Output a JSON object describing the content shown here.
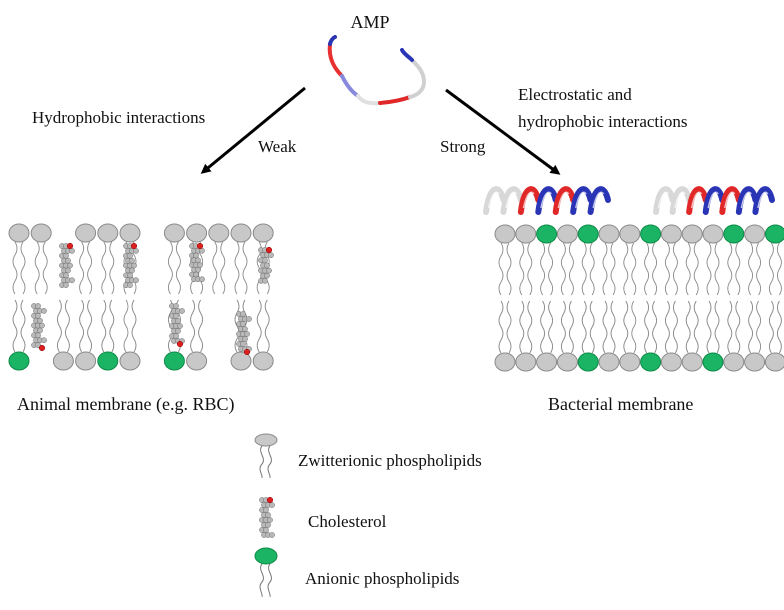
{
  "labels": {
    "amp": "AMP",
    "hydrophobic": "Hydrophobic interactions",
    "weak": "Weak",
    "strong": "Strong",
    "electrostatic_line1": "Electrostatic and",
    "electrostatic_line2": "hydrophobic interactions",
    "animal_membrane": "Animal membrane (e.g. RBC)",
    "bacterial_membrane": "Bacterial membrane"
  },
  "legend": [
    {
      "label": "Zwitterionic phospholipids",
      "icon": "zwitterionic-phospholipid-icon"
    },
    {
      "label": "Cholesterol",
      "icon": "cholesterol-icon"
    },
    {
      "label": "Anionic  phospholipids",
      "icon": "anionic-phospholipid-icon"
    }
  ],
  "colors": {
    "zwitterionic_head": "#c8c8c8",
    "anionic_head": "#1ab464",
    "cholesterol_oxygen": "#dd2020",
    "peptide_cationic": "#2a35b5",
    "peptide_hydrophobic": "#e02828",
    "peptide_neutral": "#d8d8d8",
    "arrow": "#000000"
  },
  "membranes": {
    "animal": {
      "top_heads": [
        "z",
        "z",
        "gap",
        "z",
        "z",
        "z",
        "gap",
        "z",
        "z",
        "z",
        "z",
        "z"
      ],
      "bottom_heads": [
        "a",
        "gap",
        "z",
        "z",
        "a",
        "z",
        "gap",
        "a",
        "z",
        "gap",
        "z",
        "z"
      ]
    },
    "bacterial": {
      "top_heads": [
        "z",
        "z",
        "a",
        "z",
        "a",
        "z",
        "z",
        "a",
        "z",
        "z",
        "z",
        "a",
        "z",
        "a"
      ],
      "bottom_heads": [
        "z",
        "z",
        "z",
        "z",
        "a",
        "z",
        "z",
        "a",
        "z",
        "z",
        "a",
        "z",
        "z",
        "z"
      ]
    }
  }
}
